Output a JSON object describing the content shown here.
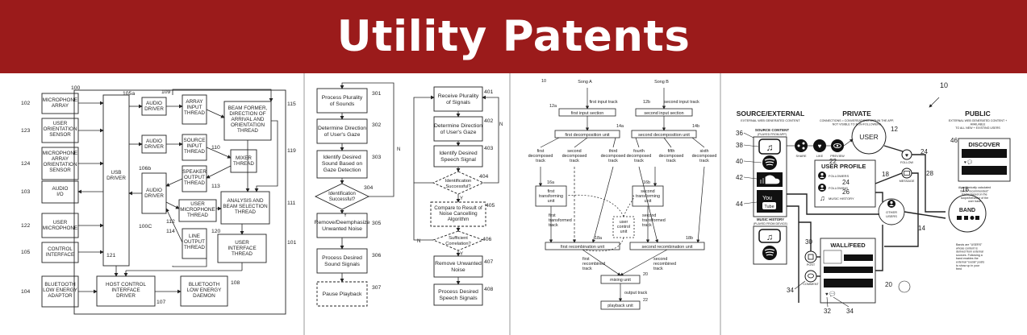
{
  "banner": {
    "title": "Utility Patents",
    "background": "#9b1b1b",
    "text_color": "#ffffff"
  },
  "panel1": {
    "refs": {
      "r100": "100",
      "r105a": "105a",
      "r109": "109",
      "r115": "115",
      "r102": "102",
      "r123": "123",
      "r124": "124",
      "r103": "103",
      "r122": "122",
      "r105": "105",
      "r104": "104",
      "r106b": "106b",
      "r110": "110",
      "r119": "119",
      "r113": "113",
      "r111": "111",
      "r100c": "100C",
      "r112": "112",
      "r114": "114",
      "r120": "120",
      "r101": "101",
      "r121": "121",
      "r107": "107",
      "r108": "108"
    },
    "mic_array": [
      "MICROPHONE",
      "ARRAY"
    ],
    "user_orient": [
      "USER",
      "ORIENTATION",
      "SENSOR"
    ],
    "mic_array_orient": [
      "MICROPHONE",
      "ARRAY",
      "ORIENTATION",
      "SENSOR"
    ],
    "audio_io": [
      "AUDIO",
      "I/O"
    ],
    "user_mic": [
      "USER",
      "MICROPHONE"
    ],
    "control_iface": [
      "CONTROL",
      "INTERFACE"
    ],
    "bluetooth_adaptor": [
      "BLUETOOTH",
      "LOW ENERGY",
      "ADAPTOR"
    ],
    "usb_driver": [
      "USB",
      "DRIVER"
    ],
    "audio_driver_1": [
      "AUDIO",
      "DRIVER"
    ],
    "audio_driver_2": [
      "AUDIO",
      "DRIVER"
    ],
    "audio_driver_3": [
      "AUDIO",
      "DRIVER"
    ],
    "array_input": [
      "ARRAY",
      "INPUT",
      "THREAD"
    ],
    "beam_former": [
      "BEAM FORMER,",
      "DIRECTION OF",
      "ARRIVAL AND",
      "ORIENTATION",
      "THREAD"
    ],
    "source_input": [
      "SOURCE",
      "INPUT",
      "THREAD"
    ],
    "mixer": [
      "MIXER",
      "THREAD"
    ],
    "speaker_output": [
      "SPEAKER",
      "OUTPUT",
      "THREAD"
    ],
    "user_mic_thread": [
      "USER",
      "MICROPHONE",
      "THREAD"
    ],
    "analysis_beam": [
      "ANALYSIS AND",
      "BEAM SELECTION",
      "THREAD"
    ],
    "line_output": [
      "LINE",
      "OUTPUT",
      "THREAD"
    ],
    "user_iface_thread": [
      "USER",
      "INTERFACE",
      "THREAD"
    ],
    "host_control": [
      "HOST CONTROL",
      "INTERFACE",
      "DRIVER"
    ],
    "bt_daemon": [
      "BLUETOOTH",
      "LOW ENERGY",
      "DAEMON"
    ]
  },
  "panel2": {
    "refs": {
      "r301": "301",
      "r302": "302",
      "r303": "303",
      "r304": "304",
      "r305": "305",
      "r306": "306",
      "r307": "307",
      "r401": "401",
      "r402": "402",
      "r403": "403",
      "r404": "404",
      "r405": "405",
      "r406": "406",
      "r407": "407",
      "r408": "408"
    },
    "yes": "Y",
    "no": "N",
    "process_plurality": [
      "Process Plurality",
      "of Sounds"
    ],
    "determine_direction": [
      "Determine Direction",
      "of User's Gaze"
    ],
    "identify_desired": [
      "Identify Desired",
      "Sound Based on",
      "Gaze Detection"
    ],
    "identification_successful_1": [
      "Identification",
      "Successful?"
    ],
    "remove_deemphasize": [
      "Remove/Deemphasize",
      "Unwanted Noise"
    ],
    "process_desired": [
      "Process Desired",
      "Sound Signals"
    ],
    "pause_playback": [
      "Pause Playback"
    ],
    "receive_plurality": [
      "Receive Plurality",
      "of Signals"
    ],
    "determine_direction_2": [
      "Determine Direction",
      "of User's Gaze"
    ],
    "identify_speech": [
      "Identify Desired",
      "Speech Signal"
    ],
    "identification_successful_2": [
      "Identification",
      "Successful?"
    ],
    "compare_noise": [
      "Compare to Result of",
      "Noise Cancelling",
      "Algorithm"
    ],
    "sufficient_correlation": [
      "Sufficient",
      "Correlation?"
    ],
    "remove_unwanted": [
      "Remove Unwanted",
      "Noise"
    ],
    "process_speech": [
      "Process Desired",
      "Speech Signals"
    ]
  },
  "panel3": {
    "refs": {
      "r10": "10",
      "r12a": "12a",
      "r12b": "12b",
      "r14a": "14a",
      "r14b": "14b",
      "r16a": "16a",
      "r16b": "16b",
      "r18a": "18a",
      "r18b": "18b",
      "r20": "20",
      "r22": "22"
    },
    "song_a": "Song A",
    "song_b": "Song B",
    "first_input_track": "first input track",
    "second_input_track": "second input track",
    "first_input_section": "first input section",
    "second_input_section": "second input section",
    "first_decomp_unit": "first decomposition unit",
    "second_decomp_unit": "second decomposition unit",
    "first_decomposed": [
      "first",
      "decomposed",
      "track"
    ],
    "second_decomposed": [
      "second",
      "decomposed",
      "track"
    ],
    "third_decomposed": [
      "third",
      "decomposed",
      "track"
    ],
    "fourth_decomposed": [
      "fourth",
      "decomposed",
      "track"
    ],
    "fifth_decomposed": [
      "fifth",
      "decomposed",
      "track"
    ],
    "sixth_decomposed": [
      "sixth",
      "decomposed",
      "track"
    ],
    "first_transforming": [
      "first",
      "transforming",
      "unit"
    ],
    "second_transforming": [
      "second",
      "transforming",
      "unit"
    ],
    "first_transformed": [
      "first",
      "transformed",
      "track"
    ],
    "second_transformed": [
      "second",
      "transformed",
      "track"
    ],
    "user_control": [
      "user",
      "control",
      "unit"
    ],
    "first_recomb_unit": "first recombination unit",
    "second_recomb_unit": "second recombination unit",
    "first_recombined": [
      "first",
      "recombined",
      "track"
    ],
    "second_recombined": [
      "second",
      "recombined",
      "track"
    ],
    "mixing_unit": "mixing unit",
    "output_track": "output track",
    "playback_unit": "playback unit"
  },
  "panel4": {
    "refs": {
      "r10": "10",
      "r12": "12",
      "r14": "14",
      "r16": "16",
      "r18": "18",
      "r20": "20",
      "r22": "22",
      "r24a": "24",
      "r24b": "24",
      "r26": "26",
      "r28": "28",
      "r30": "30",
      "r32": "32",
      "r34a": "34",
      "r34b": "34",
      "r36": "36",
      "r38": "38",
      "r40": "40",
      "r42": "42",
      "r44": "44",
      "r46": "46"
    },
    "source_external": "SOURCE/EXTERNAL",
    "source_external_sub": "EXTERNAL WEB GENERATED CONTENT",
    "private": "PRIVATE",
    "private_sub": [
      "CONNECTIONS = CONVERSATIONS WITHIN THE APP,",
      "NOT VISIBLE TO NON-FOLLOWERS"
    ],
    "public": "PUBLIC",
    "public_sub": [
      "EXTERNAL WEB GENERATED CONTENT +",
      "AVAILABLE",
      "TO ALL NEW + EXISTING USERS"
    ],
    "source_content": "SOURCE CONTENT",
    "source_content_sub": "(PLAYED FROM APP)",
    "share": "SHARE",
    "like": "LIKE",
    "preview": "PREVIEW",
    "user": "USER",
    "user_profile": "USER PROFILE",
    "followers": "FOLLOWERS",
    "following": "FOLLOWING",
    "music_history_small": "MUSIC HISTORY",
    "follow": "FOLLOW",
    "message": "MESSAGE",
    "other_users": [
      "OTHER",
      "USERS"
    ],
    "band": "BAND",
    "discover": "DISCOVER",
    "discover_note": [
      "Algorithmically calculated",
      "list of \"recommended\"",
      "tracks based on the",
      "scope/behavior of the",
      "user base"
    ],
    "music_history": "MUSIC HISTORY",
    "music_history_sub": "(PLAYED FROM DEVICE)",
    "wall_feed": "WALL/FEED",
    "post": "POST",
    "comment": "COMMENT",
    "band_note": [
      "Bands are \"USERS\"",
      "whose content is",
      "derived from external",
      "sources. Following a",
      "band enables the",
      "external \"social\" posts",
      "to show up in your",
      "feed"
    ],
    "youtube": "You",
    "youtube_tube": "Tube"
  }
}
